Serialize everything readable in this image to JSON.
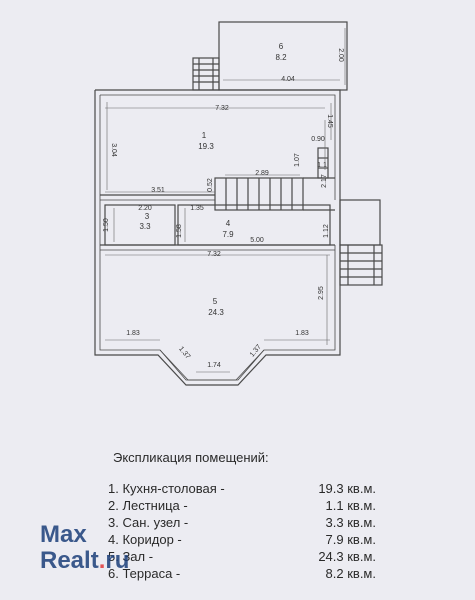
{
  "plan": {
    "rooms": [
      {
        "number": "6",
        "area": "8.2"
      },
      {
        "number": "1",
        "area": "19.3"
      },
      {
        "number": "3",
        "area": "3.3"
      },
      {
        "number": "4",
        "area": "7.9"
      },
      {
        "number": "5",
        "area": "24.3"
      }
    ],
    "dimensions": [
      "2.00",
      "4.04",
      "7.32",
      "3.04",
      "0.90",
      "1.07",
      "1.1",
      "2.89",
      "0.52",
      "2.17",
      "3.51",
      "1.35",
      "2.20",
      "1.50",
      "1.58",
      "5.00",
      "1.12",
      "7.32",
      "2.95",
      "1.83",
      "1.83",
      "1.37",
      "1.37",
      "1.74",
      "1.45"
    ]
  },
  "legend": {
    "title": "Экспликация помещений:",
    "items": [
      {
        "name": "1. Кухня-столовая -",
        "area": "19.3 кв.м."
      },
      {
        "name": "2. Лестница -",
        "area": "1.1 кв.м."
      },
      {
        "name": "3. Сан. узел  -",
        "area": "3.3 кв.м."
      },
      {
        "name": "4. Коридор -",
        "area": "7.9 кв.м."
      },
      {
        "name": "5. Зал -",
        "area": "24.3 кв.м."
      },
      {
        "name": "6. Терраса -",
        "area": "8.2 кв.м."
      }
    ]
  },
  "watermark": {
    "part1": "Max",
    "part2": "Realt",
    "dot": ".",
    "part3": "ru"
  }
}
